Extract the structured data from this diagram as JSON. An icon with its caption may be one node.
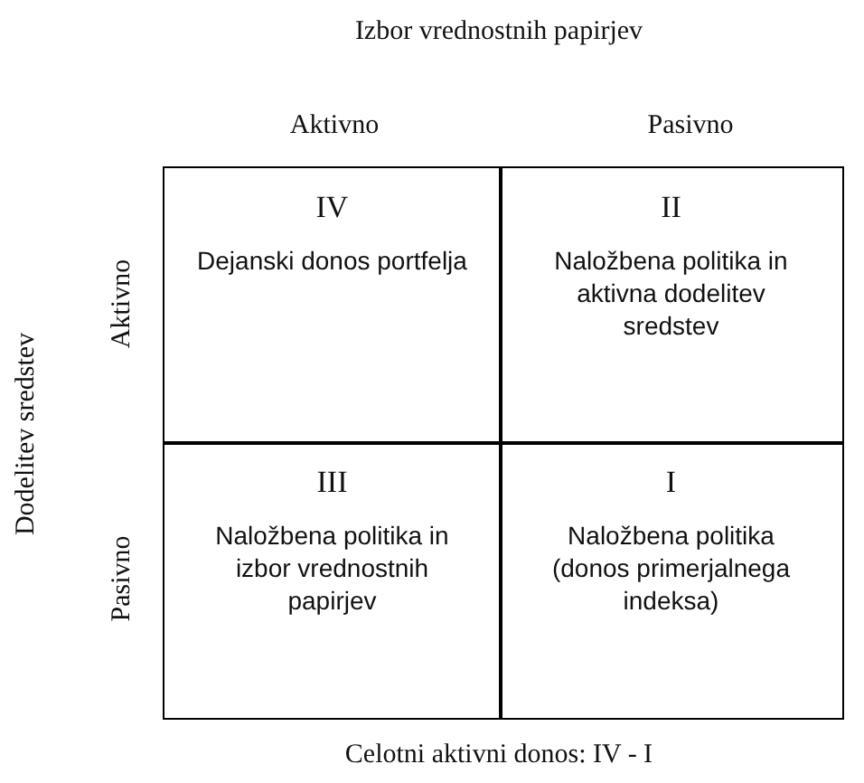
{
  "diagram": {
    "caption": "Celotni aktivni donos: IV - I",
    "nodes": [
      {
        "text": [
          "IV",
          "Dejanski donos portfelja"
        ]
      },
      {
        "text": [
          "II",
          "Naložbena politika in aktivna dodelitev sredstev"
        ]
      },
      {
        "text": [
          "III",
          "Naložbena politika in izbor vrednostnih papirjev"
        ]
      },
      {
        "text": [
          "I",
          "Naložbena politika (donos primerjalnega indeksa)"
        ]
      }
    ],
    "edges": [],
    "labels": [
      "Izbor vrednostnih papirjev",
      "Aktivno",
      "Pasivno",
      "Dodelitev sredstev",
      "Aktivno",
      "Pasivno"
    ]
  }
}
